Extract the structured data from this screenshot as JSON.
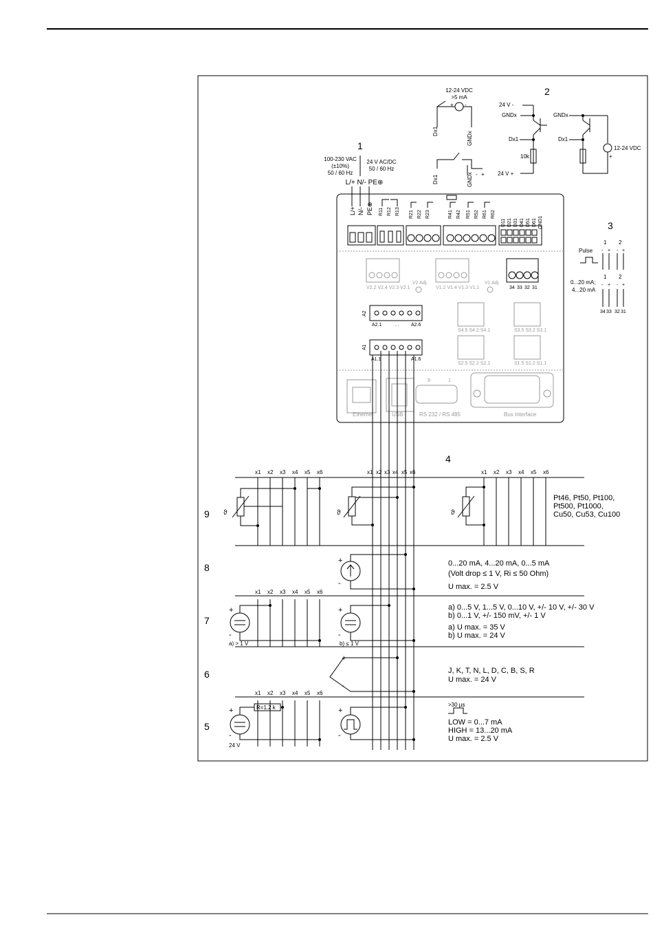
{
  "callouts": {
    "n1": "1",
    "n2": "2",
    "n3": "3",
    "n4": "4",
    "n5": "5",
    "n6": "6",
    "n7": "7",
    "n8": "8",
    "n9": "9"
  },
  "power": {
    "ac": [
      "100-230 VAC",
      "(±10%)",
      "50 / 60 Hz"
    ],
    "dc": [
      "24 V AC/DC",
      "50 / 60 Hz"
    ],
    "terminals": "L/+ N/- PE⊕",
    "t_l": "L/+",
    "t_n": "N/-",
    "t_pe": "PE⊕"
  },
  "digital": {
    "src1": [
      "12-24 VDC",
      ">5 mA"
    ],
    "src2": "12-24 VDC",
    "dx1": "Dx1",
    "gndx": "GNDx",
    "plus24": "24 V +",
    "minus24": "24 V -",
    "r10k": "10k",
    "minus": "-",
    "plus": "+"
  },
  "relays": [
    "R11",
    "R12",
    "R13",
    "R21",
    "R22",
    "R23",
    "R41",
    "R42",
    "R51",
    "R52",
    "R61",
    "R62"
  ],
  "dig_terms": [
    "D11",
    "D21",
    "D31",
    "D41",
    "D51",
    "D61",
    "GND1"
  ],
  "device": {
    "v2": "V2.2 V2.4 V2.3 V2.1",
    "v1": "V1.2 V1.4 V1.3 V1.1",
    "v2adj": "V2 Adj.",
    "v1adj": "V1 Adj.",
    "t3": [
      "34",
      "33",
      "32",
      "31"
    ],
    "a2": "A2",
    "a2_1": "A2.1",
    "a2_dots": ". .",
    "a2_6": "A2.6",
    "a1": "A1",
    "a1_1": "A1.1",
    "a1_6": "A1.6",
    "s4": "S4.5 S4.2 S4.1",
    "s3": "S3.5 S3.2 S3.1",
    "s2": "S2.5 S2.2 S2.1",
    "s1": "S1.5 S1.2 S1.1",
    "ethernet": "Ethernet",
    "usb": "USB",
    "rs": "RS 232 / RS 485",
    "bus": "Bus Interface",
    "pin9": "9",
    "pin1": "1"
  },
  "pulse": {
    "pulse": "Pulse",
    "ma": [
      "0...20 mA;",
      "4...20 mA"
    ],
    "c1": "1",
    "c2": "2",
    "pins": [
      "34",
      "33",
      "32",
      "31"
    ],
    "pm": [
      "-",
      "+",
      "-",
      "+"
    ]
  },
  "cols": [
    "x1",
    "x2",
    "x3",
    "x4",
    "x5",
    "x6"
  ],
  "rows": {
    "r9": [
      "Pt46, Pt50, Pt100,",
      "Pt500, Pt1000,",
      "Cu50, Cu53, Cu100"
    ],
    "r8": [
      "0...20 mA, 4...20 mA, 0...5 mA",
      "(Volt drop ≤ 1 V, Ri ≤ 50 Ohm)",
      "U max. = 2.5 V"
    ],
    "r7": [
      "a) 0...5 V, 1...5 V, 0...10 V, +/- 10 V, +/- 30 V",
      "b) 0...1 V, +/- 150 mV, +/- 1 V",
      "a) U max. = 35 V",
      "b) U max. = 24 V"
    ],
    "r7a": "a) > 1 V",
    "r7b": "b) ≤ 1 V",
    "r6": [
      "J, K, T, N, L, D, C, B, S, R",
      "U max. = 24 V"
    ],
    "r5": [
      ">30 µs",
      "LOW = 0...7 mA",
      "HIGH = 13...20 mA",
      "U max. = 2.5 V"
    ],
    "r5r": "R=1.2 k",
    "r5v": "24 V",
    "theta": "ϑ",
    "plus": "+",
    "minus": "-"
  }
}
